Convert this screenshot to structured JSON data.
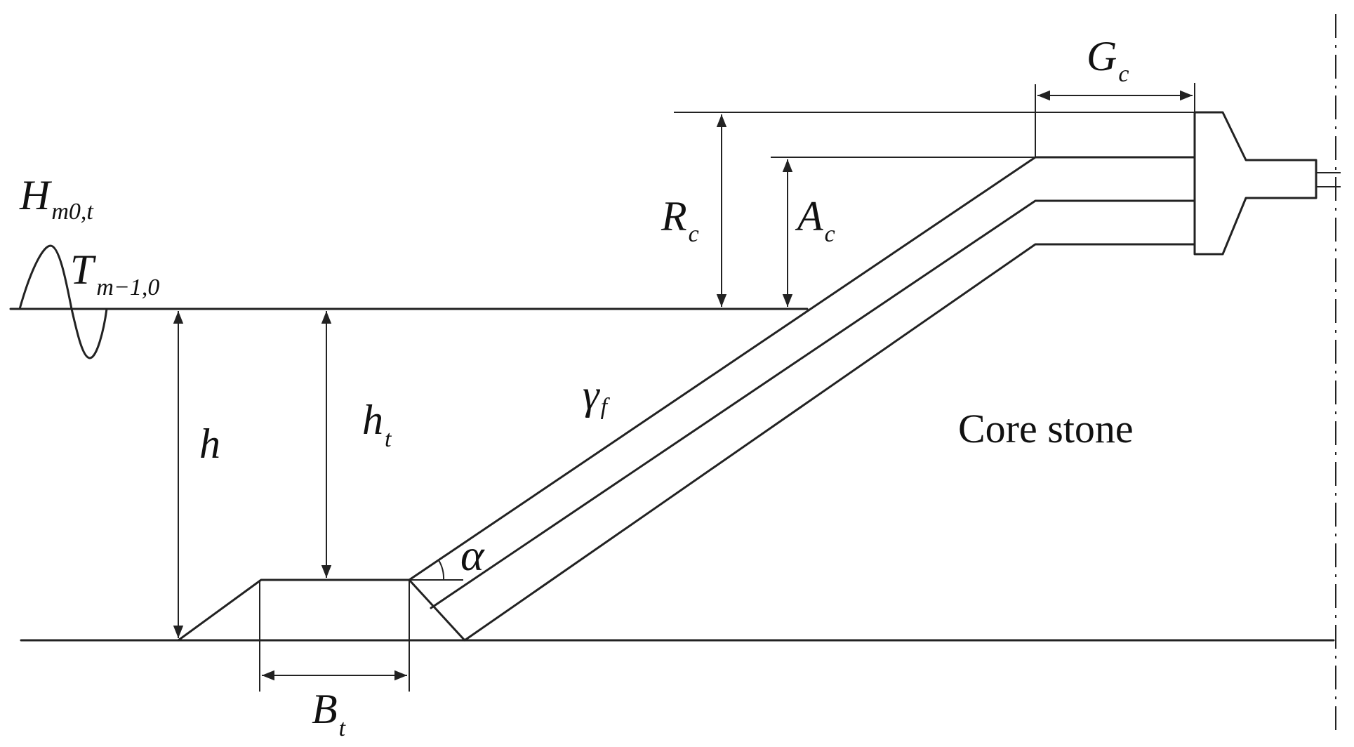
{
  "labels": {
    "wave_height_main": "H",
    "wave_height_sub": "m0,t",
    "wave_period_main": "T",
    "wave_period_sub": "m−1,0",
    "water_depth": "h",
    "toe_depth_main": "h",
    "toe_depth_sub": "t",
    "toe_width_main": "B",
    "toe_width_sub": "t",
    "slope_angle": "α",
    "roughness_main": "γ",
    "roughness_sub": "f",
    "crest_freeboard_main": "R",
    "crest_freeboard_sub": "c",
    "armour_freeboard_main": "A",
    "armour_freeboard_sub": "c",
    "crest_width_main": "G",
    "crest_width_sub": "c",
    "core": "Core stone"
  },
  "colors": {
    "line": "#222222",
    "text": "#111111",
    "background": "#ffffff"
  }
}
